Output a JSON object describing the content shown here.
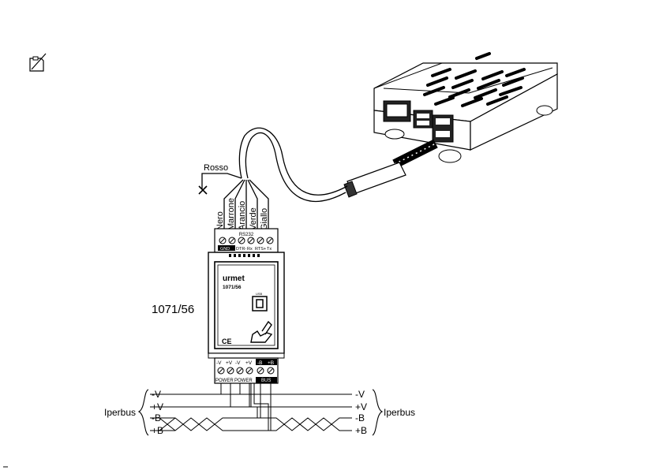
{
  "labels": {
    "rosso": "Rosso",
    "wire_colors": [
      "Nero",
      "Marrone",
      "Arancio",
      "Verde",
      "Giallo"
    ],
    "rs232": "RS232",
    "rs232_terminals": [
      "GND",
      "DTR-",
      "Rx",
      "RTS+",
      "Tx"
    ],
    "brand": "urmet",
    "module_code": "1071/56",
    "usb": "USB",
    "ce": "CE",
    "device_label": "1071/56",
    "power_terminals": [
      "-V",
      "+V",
      "-V",
      "+V",
      "-B",
      "+B"
    ],
    "power_groups": [
      "POWER",
      "POWER",
      "BUS"
    ],
    "iperbus_left": "Iperbus",
    "iperbus_right": "Iperbus",
    "bus_left": [
      "-V",
      "+V",
      "-B",
      "+B"
    ],
    "bus_right": [
      "-V",
      "+V",
      "-B",
      "+B"
    ]
  },
  "icons": {
    "note": "note-pencil-icon",
    "unconnected": "x-mark-icon",
    "hand": "hand-icon"
  }
}
